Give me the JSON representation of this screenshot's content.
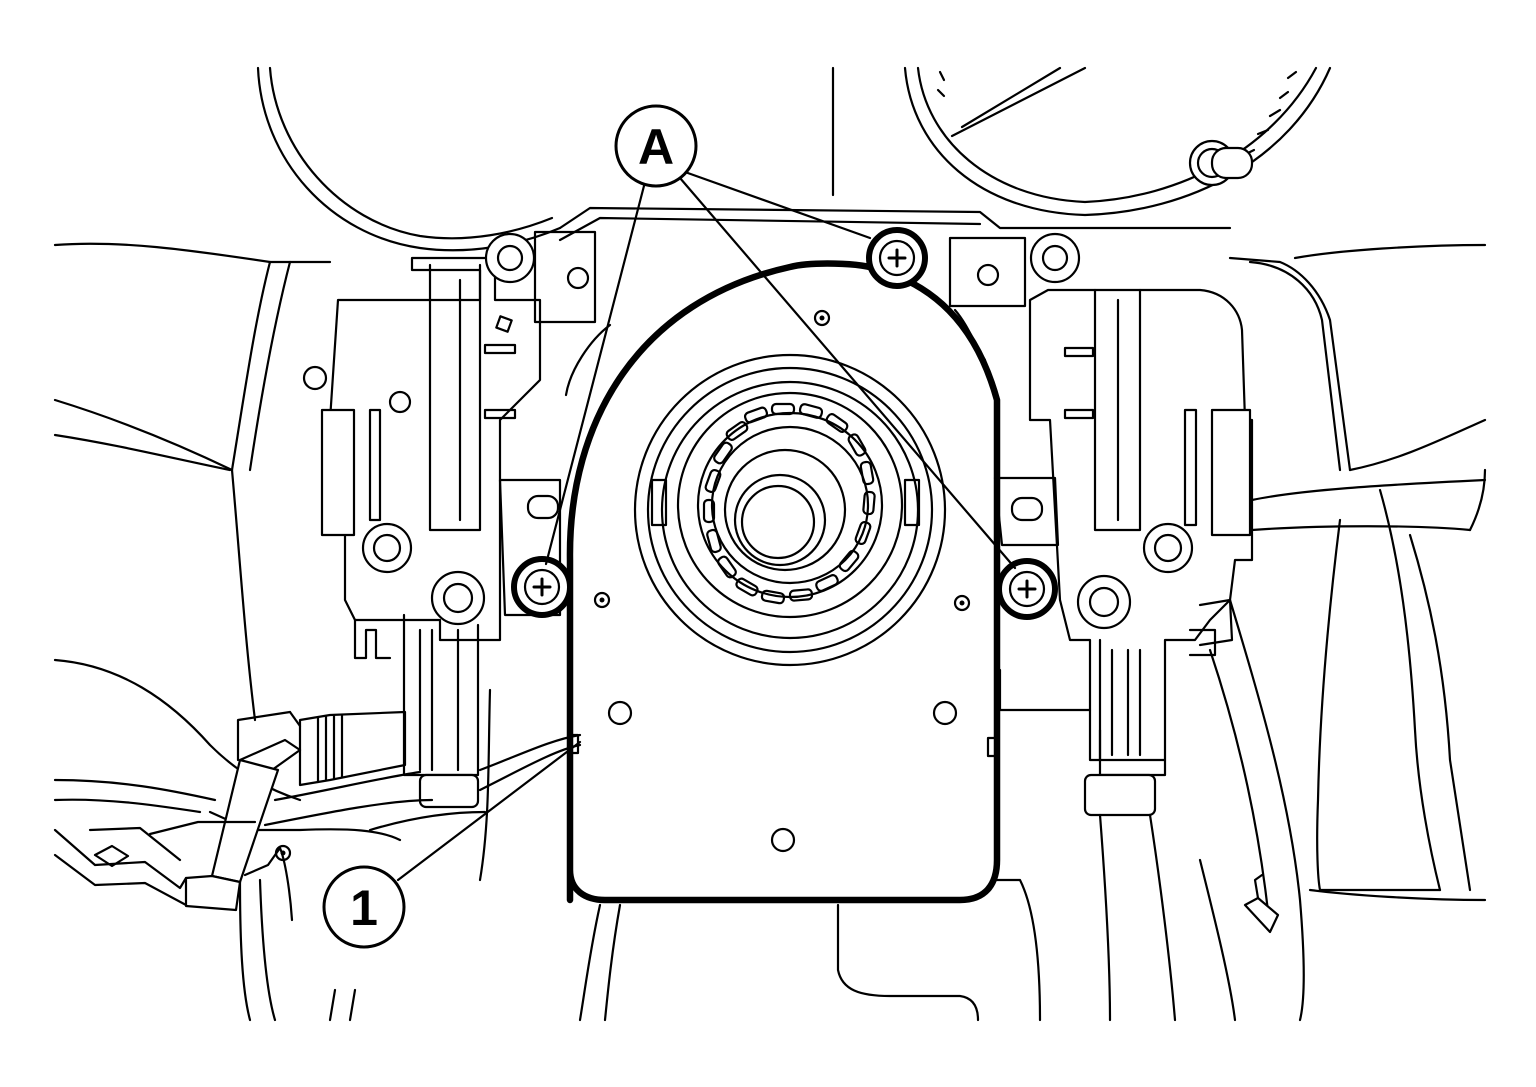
{
  "figure": {
    "callouts": [
      {
        "id": "A",
        "label": "A"
      },
      {
        "id": "1",
        "label": "1"
      }
    ]
  },
  "colors": {
    "line": "#000000",
    "background": "#ffffff"
  },
  "icons": [
    "screw-icon",
    "clip-icon"
  ]
}
